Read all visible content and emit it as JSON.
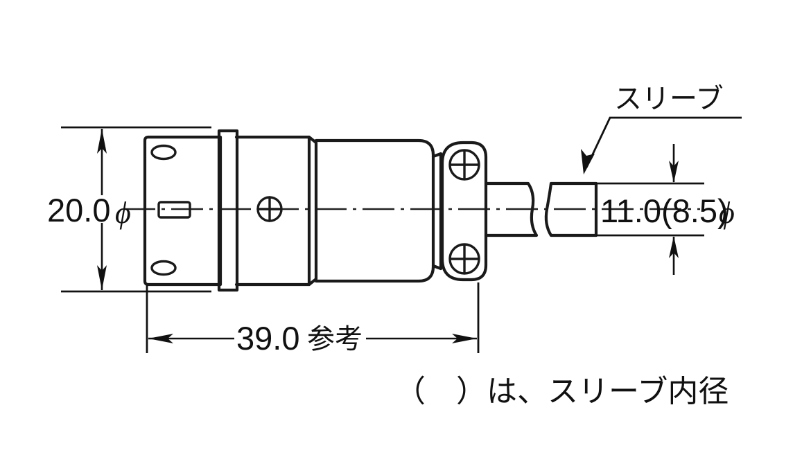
{
  "drawing": {
    "title": "Connector outline dimension drawing",
    "background_color": "#ffffff",
    "line_color": "#1a1a1a",
    "text_color": "#111111"
  },
  "dimensions": {
    "diameter_left": {
      "value": "20.0",
      "symbol": "ϕ",
      "full_label": "20.0 ϕ",
      "orientation": "vertical",
      "position": "left"
    },
    "length_overall": {
      "value": "39.0",
      "note": "参考",
      "full_label": "39.0 参考",
      "orientation": "horizontal",
      "position": "bottom"
    },
    "diameter_sleeve": {
      "value": "11.0(8.5)",
      "symbol": "ϕ",
      "full_label": "11.0(8.5) ϕ",
      "orientation": "vertical",
      "position": "right"
    }
  },
  "callouts": {
    "sleeve": {
      "label": "スリーブ",
      "points_to": "sleeve-part"
    }
  },
  "notes": {
    "paren_note": "（　）は、スリーブ内径"
  },
  "parts": {
    "flange_body": "front flange housing",
    "collar_rib": "collar rib",
    "mid_barrel": "middle barrel",
    "rear_barrel": "rear barrel",
    "cable_clamp": "cable clamp with two screws",
    "cable": "cable with break symbol",
    "sleeve": "sleeve",
    "oval_hole_top": "oval mounting hole (top)",
    "oval_hole_bottom": "oval mounting hole (bottom)",
    "center_slot": "rectangular center slot",
    "body_screw": "round slotted screw on barrel",
    "clamp_screw_top": "cross-head screw (top)",
    "clamp_screw_bottom": "cross-head screw (bottom)"
  }
}
